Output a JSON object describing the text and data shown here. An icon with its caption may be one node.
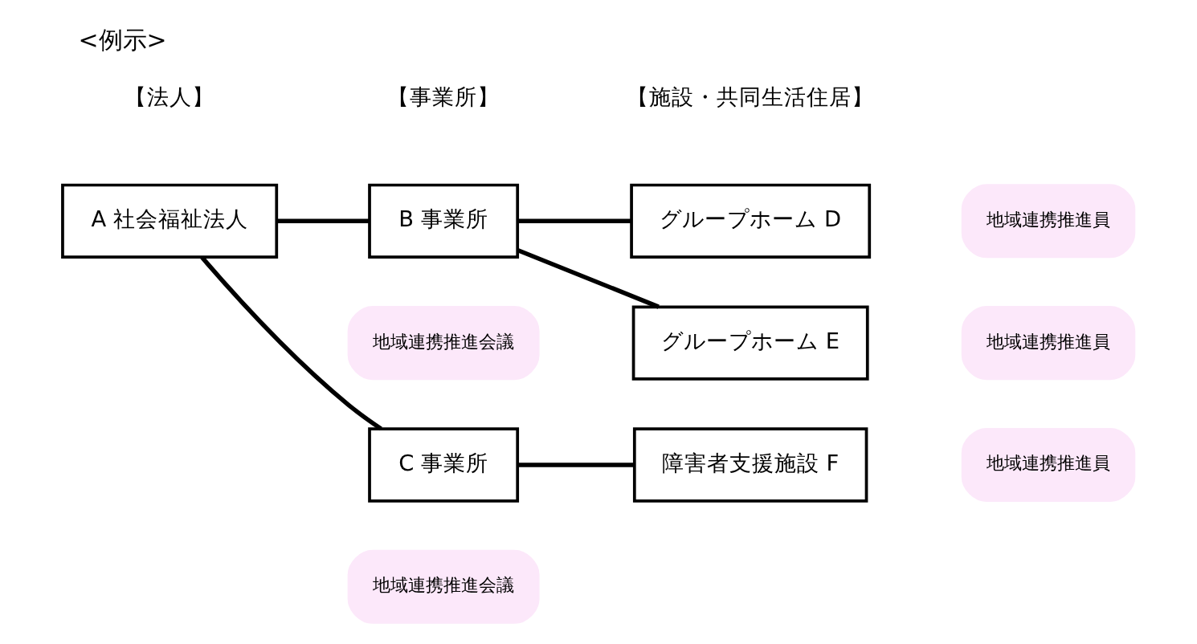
{
  "diagram": {
    "title": "<例示>",
    "nodes": [
      {
        "text": [
          "A 社会福祉法人"
        ]
      },
      {
        "text": [
          "B 事業所"
        ]
      },
      {
        "text": [
          "地域連携推進会議"
        ]
      },
      {
        "text": [
          "C 事業所"
        ]
      },
      {
        "text": [
          "地域連携推進会議"
        ]
      },
      {
        "text": [
          "グループホーム D"
        ]
      },
      {
        "text": [
          "地域連携推進員"
        ]
      },
      {
        "text": [
          "グループホーム E"
        ]
      },
      {
        "text": [
          "地域連携推進員"
        ]
      },
      {
        "text": [
          "障害者支援施設 F"
        ]
      },
      {
        "text": [
          "地域連携推進員"
        ]
      }
    ],
    "edges": [
      {
        "from": 0,
        "to": 1,
        "arrow": "none"
      },
      {
        "from": 0,
        "to": 3,
        "arrow": "none"
      },
      {
        "from": 1,
        "to": 5,
        "arrow": "none"
      },
      {
        "from": 1,
        "to": 7,
        "arrow": "none"
      },
      {
        "from": 3,
        "to": 9,
        "arrow": "none"
      }
    ],
    "labels": [
      "【法人】",
      "【事業所】",
      "【施設・共同生活住居】"
    ]
  }
}
